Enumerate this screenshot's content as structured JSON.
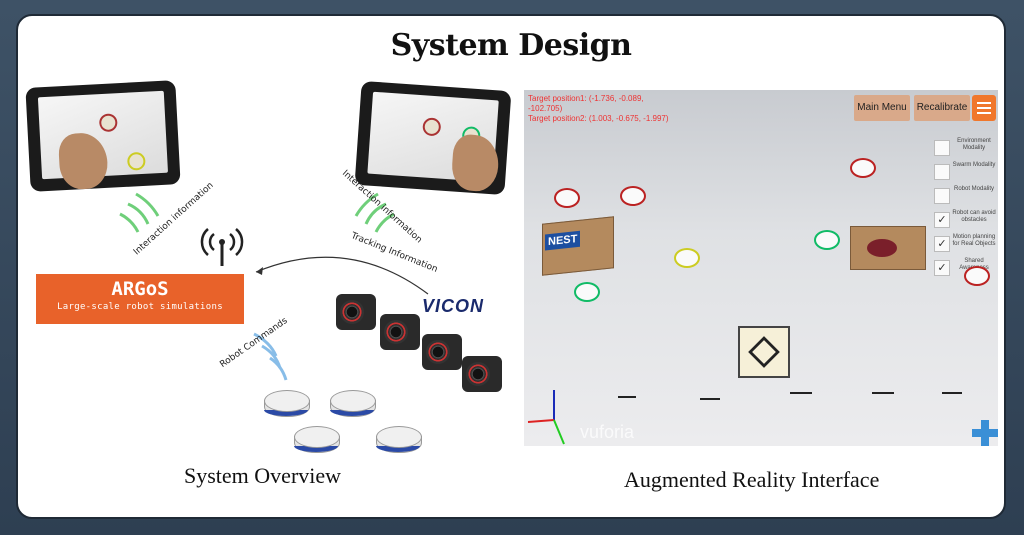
{
  "page": {
    "title": "System Design",
    "left_caption": "System Overview",
    "right_caption": "Augmented Reality Interface"
  },
  "overview": {
    "interaction_label_left": "Interaction information",
    "interaction_label_right": "Interaction information",
    "tracking_label": "Tracking Information",
    "robot_commands_label": "Robot Commands",
    "argos_name": "ARGoS",
    "argos_subtitle": "Large-scale robot simulations",
    "vicon_label": "VICON",
    "accent_color": "#e8622a",
    "icons": [
      "antenna-icon",
      "tablet-icon",
      "camera-icon",
      "robot-icon"
    ]
  },
  "ar": {
    "readout_line1": "Target position1: (-1.736, -0.089,",
    "readout_line2": "-102.705)",
    "readout_line3": "Target position2: (1.003, -0.675, -1.997)",
    "main_menu_label": "Main Menu",
    "recalibrate_label": "Recalibrate",
    "watermark": "vuforia",
    "options": [
      {
        "label": "Environment Modality",
        "checked": false
      },
      {
        "label": "Swarm Modality",
        "checked": false
      },
      {
        "label": "Robot Modality",
        "checked": false
      },
      {
        "label": "Robot can avoid obstacles",
        "checked": true
      },
      {
        "label": "Motion planning for Real Objects",
        "checked": true
      },
      {
        "label": "Shared Awareness",
        "checked": true
      }
    ],
    "check_glyph": "✓",
    "crate_label": "NEST"
  }
}
